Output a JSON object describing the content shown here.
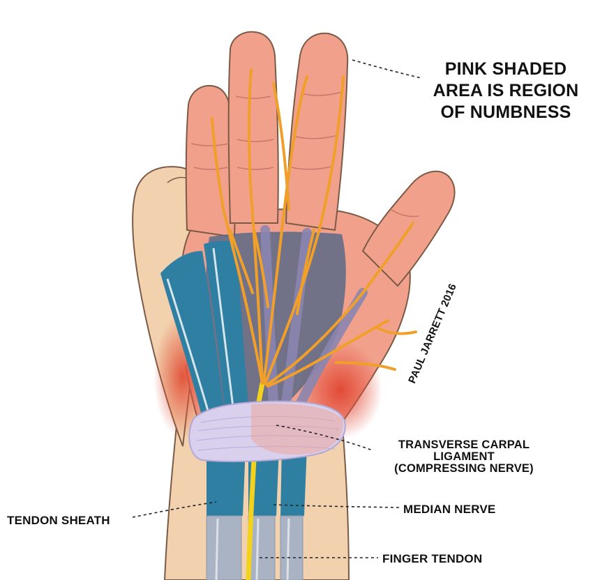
{
  "labels": {
    "numbness": [
      "PINK SHADED",
      "AREA IS REGION",
      "OF NUMBNESS"
    ],
    "ligament": [
      "TRANSVERSE CARPAL",
      "LIGAMENT",
      "(COMPRESSING NERVE)"
    ],
    "median_nerve": "MEDIAN NERVE",
    "tendon_sheath": "TENDON SHEATH",
    "finger_tendon": "FINGER TENDON",
    "credit": "PAUL JARRETT 2016"
  },
  "colors": {
    "skin": "#f2d2ae",
    "skin_outline": "#7a5a44",
    "numb_region": "#f1a08c",
    "nerve": "#f0a02a",
    "tendon_sheath": "#2f7fa2",
    "tendon": "#a9b3c4",
    "tendon_shadow": "#5b6887",
    "muscle": "#e2553d",
    "ligament": "#d9d0ee",
    "median_nerve": "#f2d21c"
  }
}
